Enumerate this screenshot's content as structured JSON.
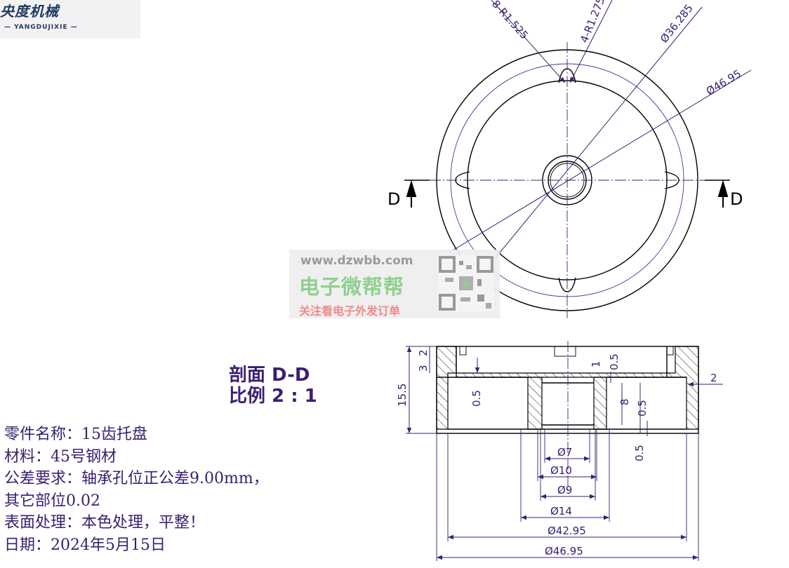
{
  "logo": {
    "name": "央度机械",
    "sub": "— YANGDUJIXIE —"
  },
  "watermark": {
    "url": "www.dzwbb.com",
    "brand": "电子微帮帮",
    "slogan": "关注看电子外发订单"
  },
  "top_view": {
    "dims": {
      "r1": "8-R1.525",
      "r2": "4-R1.275",
      "d1": "Ø36.285",
      "d2": "Ø46.95"
    },
    "section_mark_left": "D",
    "section_mark_right": "D"
  },
  "section_title": {
    "line1": "剖面 D-D",
    "line2": "比例 2 : 1"
  },
  "section_view": {
    "dims": {
      "d7": "Ø7",
      "d10": "Ø10",
      "d9": "Ø9",
      "d14": "Ø14",
      "d4295": "Ø42.95",
      "d4695": "Ø46.95",
      "h155": "15.5",
      "h2": "2",
      "h3": "3",
      "v05a": "0.5",
      "v05b": "0.5",
      "v1": "1",
      "v8": "8",
      "v05c": "0.5",
      "v05d": "0.5",
      "side2": "2"
    }
  },
  "notes": [
    "零件名称：15齿托盘",
    "材料：45号钢材",
    "公差要求：轴承孔位正公差9.00mm，",
    "其它部位0.02",
    "表面处理：本色处理，平整！",
    "日期：2024年5月15日"
  ],
  "colors": {
    "ink": "#3a2070",
    "outline": "#000000"
  }
}
